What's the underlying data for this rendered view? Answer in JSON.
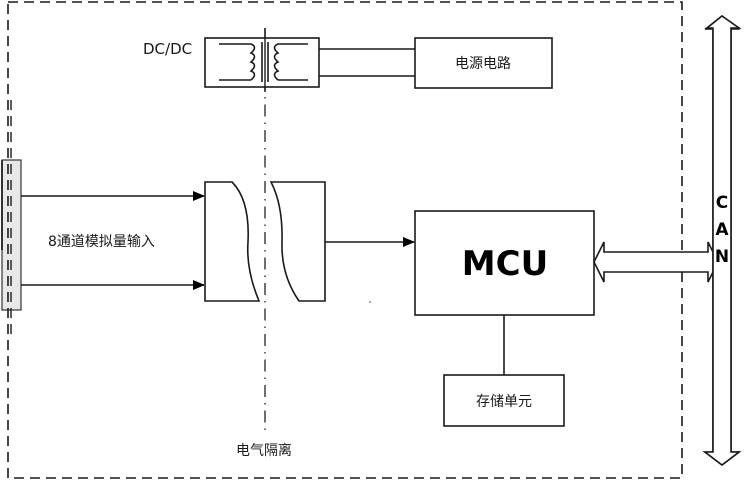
{
  "diagram": {
    "title": "",
    "boundary": {
      "label": ""
    },
    "isolation_label": "电气隔离",
    "dcdc_label": "DC/DC",
    "power_circuit_label": "电源电路",
    "input_label": "8通道模拟量输入",
    "mcu_label": "MCU",
    "storage_label": "存储单元",
    "can_bus": {
      "letters": [
        "C",
        "A",
        "N"
      ]
    },
    "colors": {
      "line": "#1a1a1a",
      "background": "#ffffff",
      "connector_fill": "#e8e8e8"
    }
  }
}
